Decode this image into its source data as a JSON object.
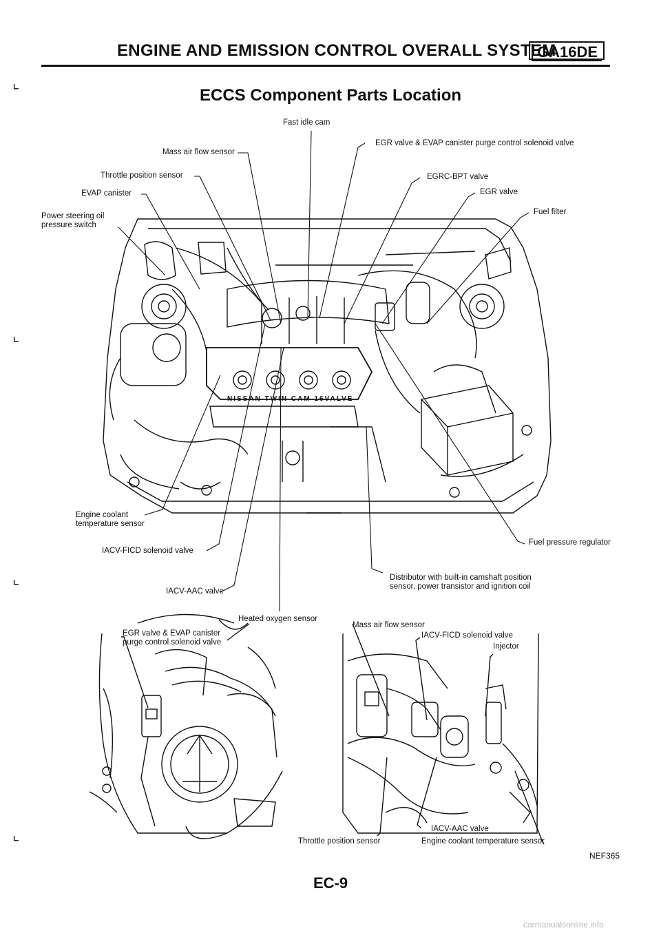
{
  "header": {
    "section_title": "ENGINE AND EMISSION CONTROL OVERALL SYSTEM",
    "engine_badge": "GA16DE"
  },
  "page_title": "ECCS Component Parts Location",
  "engine_bay_labels": {
    "fast_idle_cam": "Fast idle cam",
    "mass_air_flow_sensor": "Mass air flow sensor",
    "throttle_position_sensor": "Throttle position sensor",
    "evap_canister": "EVAP canister",
    "power_steering_line1": "Power steering oil",
    "power_steering_line2": "pressure switch",
    "egr_evap_solenoid": "EGR valve & EVAP canister purge control solenoid valve",
    "egrc_bpt_valve": "EGRC-BPT valve",
    "egr_valve": "EGR valve",
    "fuel_filter": "Fuel filter",
    "engine_coolant_line1": "Engine coolant",
    "engine_coolant_line2": "temperature sensor",
    "iacv_ficd": "IACV-FICD solenoid valve",
    "iacv_aac": "IACV-AAC valve",
    "fuel_pressure_regulator": "Fuel pressure regulator",
    "distributor_line1": "Distributor with built-in camshaft position",
    "distributor_line2": "sensor, power transistor and ignition coil",
    "heated_oxygen_sensor": "Heated oxygen sensor"
  },
  "left_detail_labels": {
    "egr_evap_line1": "EGR valve & EVAP canister",
    "egr_evap_line2": "purge control solenoid valve"
  },
  "right_detail_labels": {
    "mass_air_flow_sensor": "Mass air flow sensor",
    "iacv_ficd": "IACV-FICD solenoid valve",
    "injector": "Injector",
    "throttle_position_sensor": "Throttle position sensor",
    "iacv_aac": "IACV-AAC valve",
    "engine_coolant": "Engine coolant temperature sensor"
  },
  "figure_ref": "NEF365",
  "page_number": "EC-9",
  "watermark": "carmanualsonline.info",
  "engine_cover_text": "NISSAN TWIN CAM 16VALVE"
}
